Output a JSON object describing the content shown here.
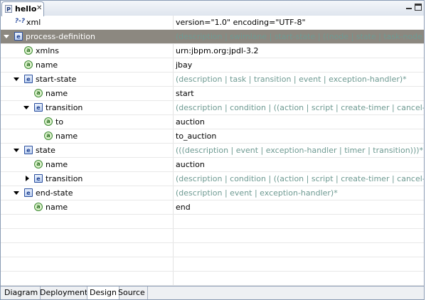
{
  "editor_tab": {
    "icon": "P",
    "label": "hello",
    "close": "✕"
  },
  "rows": [
    {
      "name": "xml",
      "icon": "?-?",
      "value": "version=\"1.0\" encoding=\"UTF-8\"",
      "hint": false
    },
    {
      "name": "process-definition",
      "icon": "e",
      "value": "(description | swimlane | start-state | ((node | state | task-node | super-state",
      "hint": true
    },
    {
      "name": "xmlns",
      "icon": "a",
      "value": "urn:jbpm.org:jpdl-3.2",
      "hint": false
    },
    {
      "name": "name",
      "icon": "a",
      "value": "jbay",
      "hint": false
    },
    {
      "name": "start-state",
      "icon": "e",
      "value": "(description | task | transition | event | exception-handler)*",
      "hint": true
    },
    {
      "name": "name",
      "icon": "a",
      "value": "start",
      "hint": false
    },
    {
      "name": "transition",
      "icon": "e",
      "value": "(description | condition | ((action | script | create-timer | cancel-timer",
      "hint": true
    },
    {
      "name": "to",
      "icon": "a",
      "value": "auction",
      "hint": false
    },
    {
      "name": "name",
      "icon": "a",
      "value": "to_auction",
      "hint": false
    },
    {
      "name": "state",
      "icon": "e",
      "value": "(((description | event | exception-handler | timer | transition)))*",
      "hint": true
    },
    {
      "name": "name",
      "icon": "a",
      "value": "auction",
      "hint": false
    },
    {
      "name": "transition",
      "icon": "e",
      "value": "(description | condition | ((action | script | create-timer | cancel-timer",
      "hint": true
    },
    {
      "name": "end-state",
      "icon": "e",
      "value": "(description | event | exception-handler)*",
      "hint": true
    },
    {
      "name": "name",
      "icon": "a",
      "value": "end",
      "hint": false
    }
  ],
  "bottom_tabs": [
    "Diagram",
    "Deployment",
    "Design",
    "Source"
  ],
  "colors": {
    "selection": "#8c8880",
    "hint_text": "#6e9a92",
    "border": "#8a9bb4"
  }
}
